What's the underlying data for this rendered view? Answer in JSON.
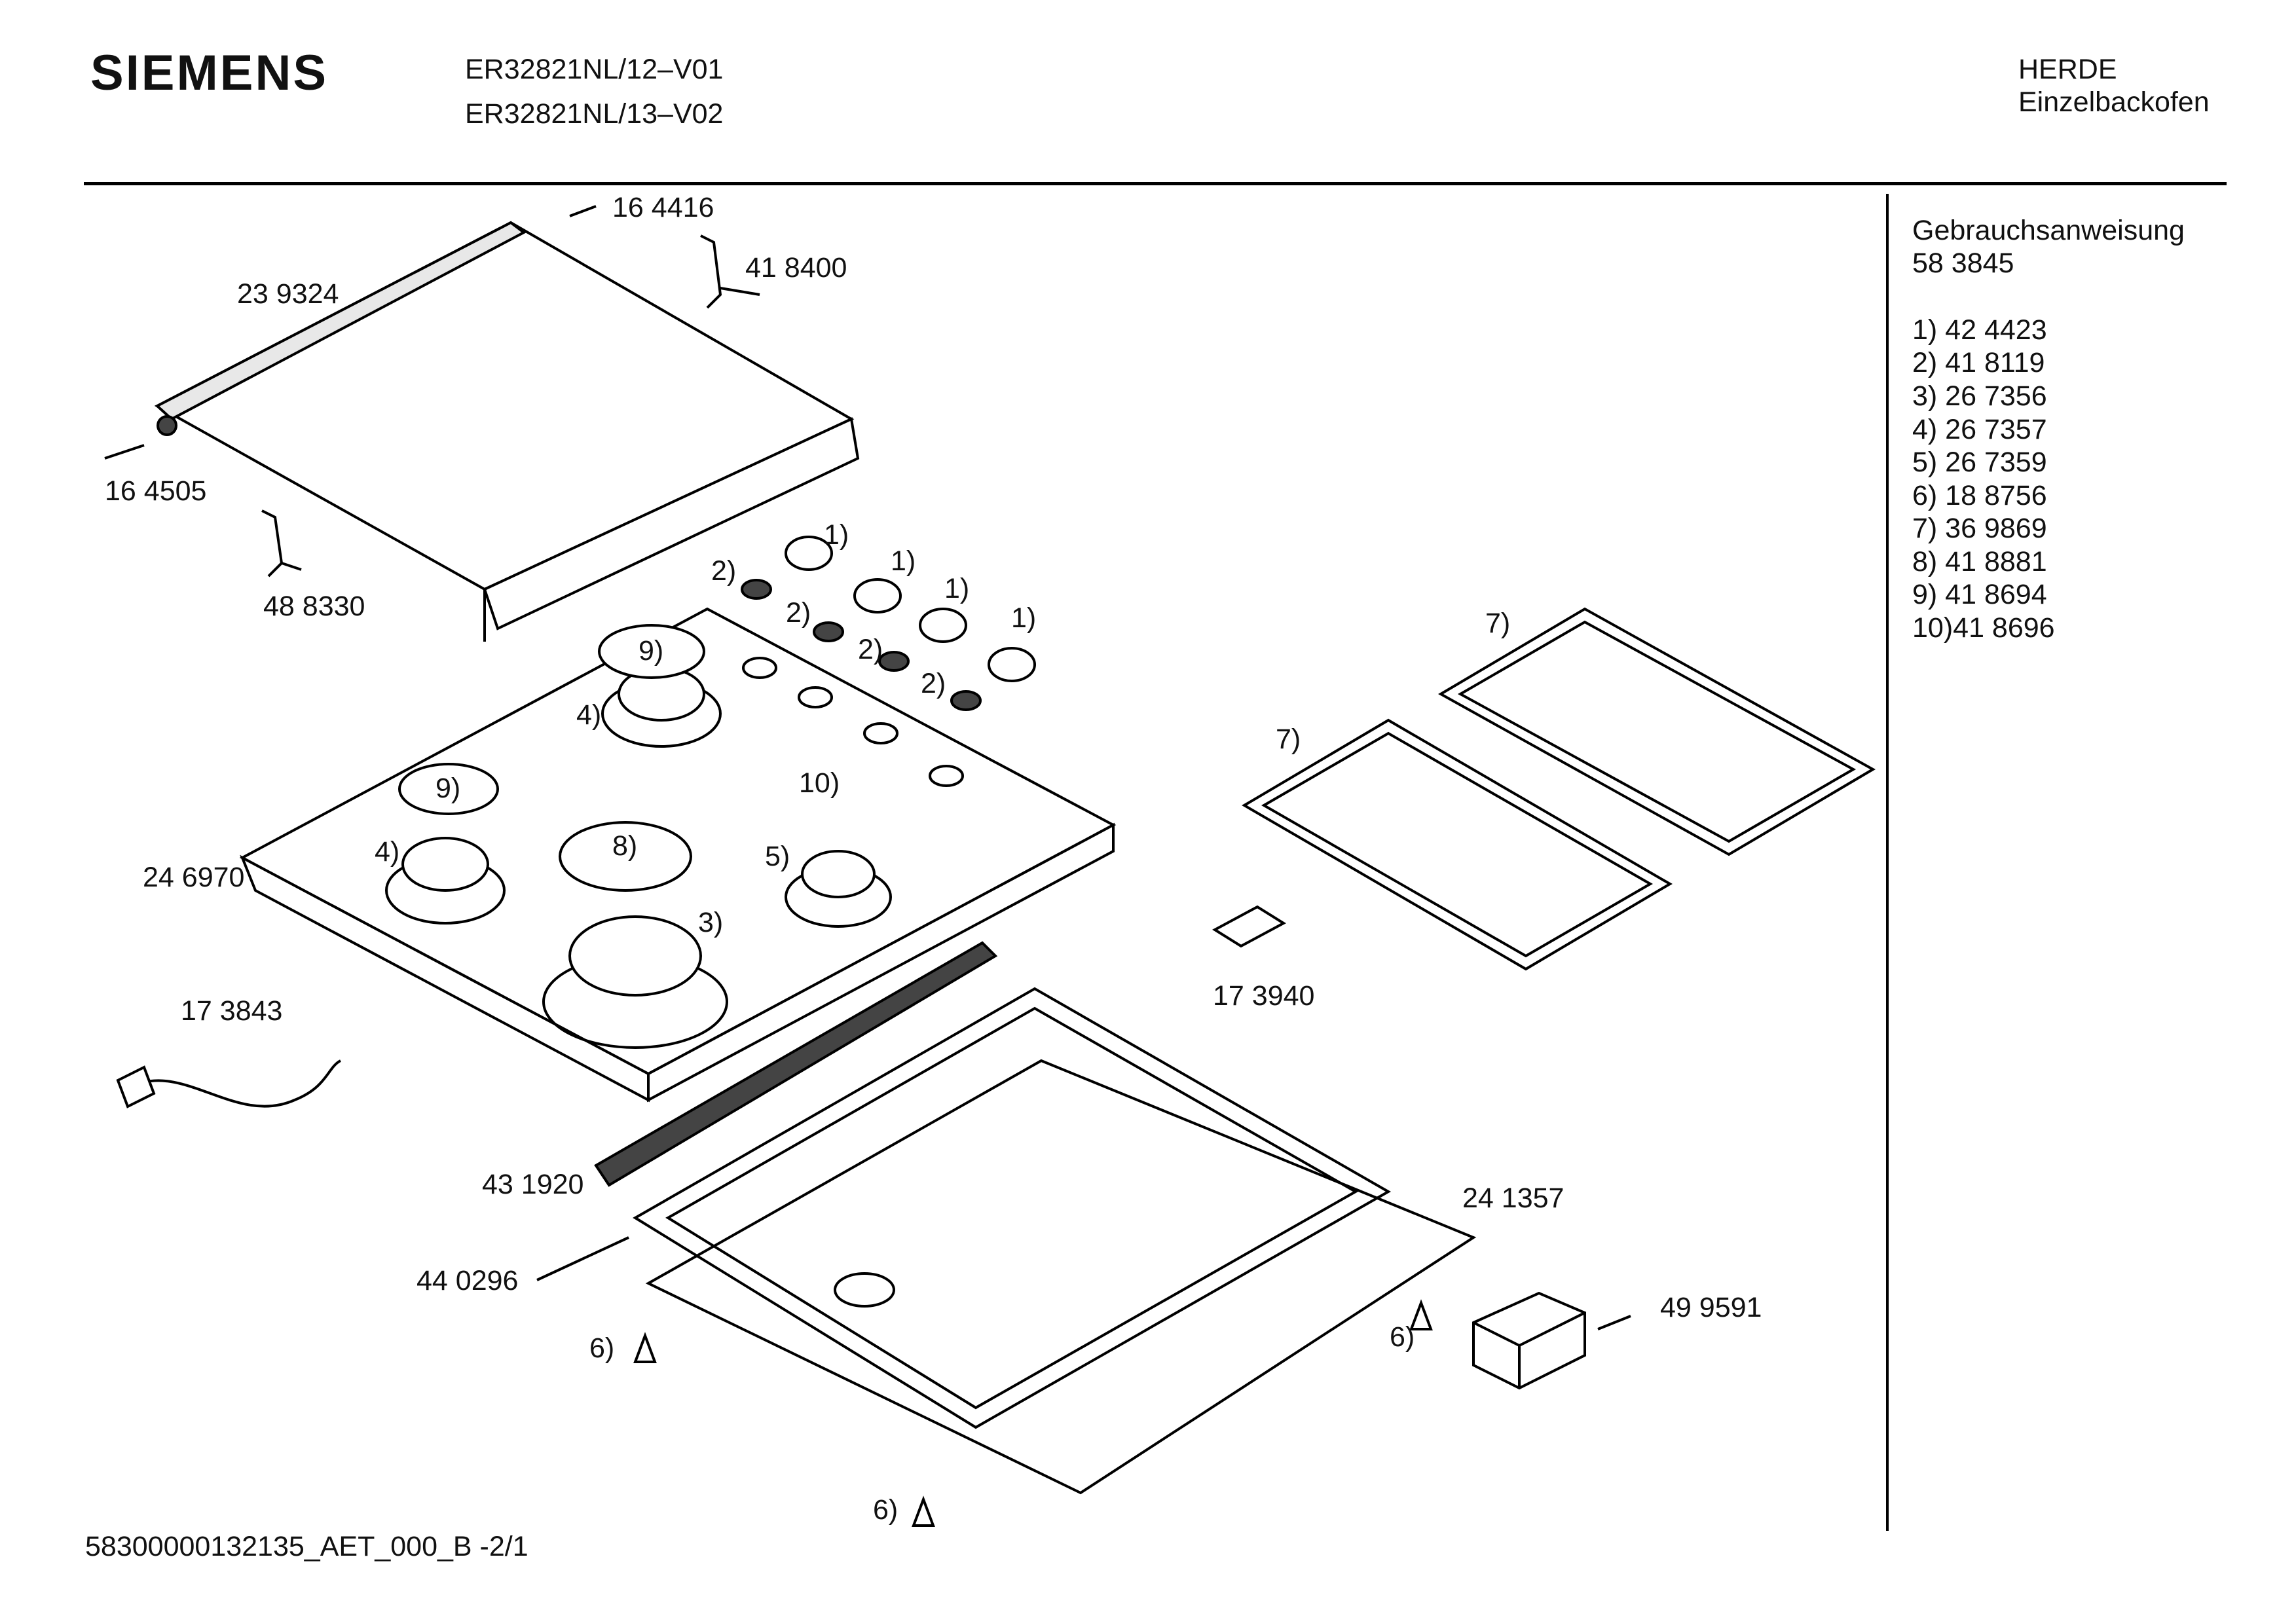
{
  "header": {
    "brand": "SIEMENS",
    "model_1": "ER32821NL/12–V01",
    "model_2": "ER32821NL/13–V02",
    "category": "HERDE",
    "subcategory": "Einzelbackofen"
  },
  "side_list": {
    "manual_label": "Gebrauchsanweisung",
    "manual_number": "58 3845",
    "items": [
      "1)  42 4423",
      "2)  41 8119",
      "3)  26 7356",
      "4)  26 7357",
      "5)  26 7359",
      "6)  18 8756",
      "7)  36 9869",
      "8)  41 8881",
      "9)  41 8694",
      "10)41 8696"
    ]
  },
  "part_numbers": {
    "p164416": "16 4416",
    "p418400": "41 8400",
    "p239324": "23 9324",
    "p164505": "16 4505",
    "p488330": "48 8330",
    "p246970": "24 6970",
    "p173843": "17 3843",
    "p431920": "43 1920",
    "p440296": "44 0296",
    "p241357": "24 1357",
    "p499591": "49 9591",
    "p173940": "17 3940"
  },
  "callouts": {
    "c1": "1)",
    "c2": "2)",
    "c3": "3)",
    "c4": "4)",
    "c5": "5)",
    "c6": "6)",
    "c7": "7)",
    "c8": "8)",
    "c9": "9)",
    "c10": "10)"
  },
  "footer": {
    "doc_id": "58300000132135_AET_000_B  -2/1"
  }
}
